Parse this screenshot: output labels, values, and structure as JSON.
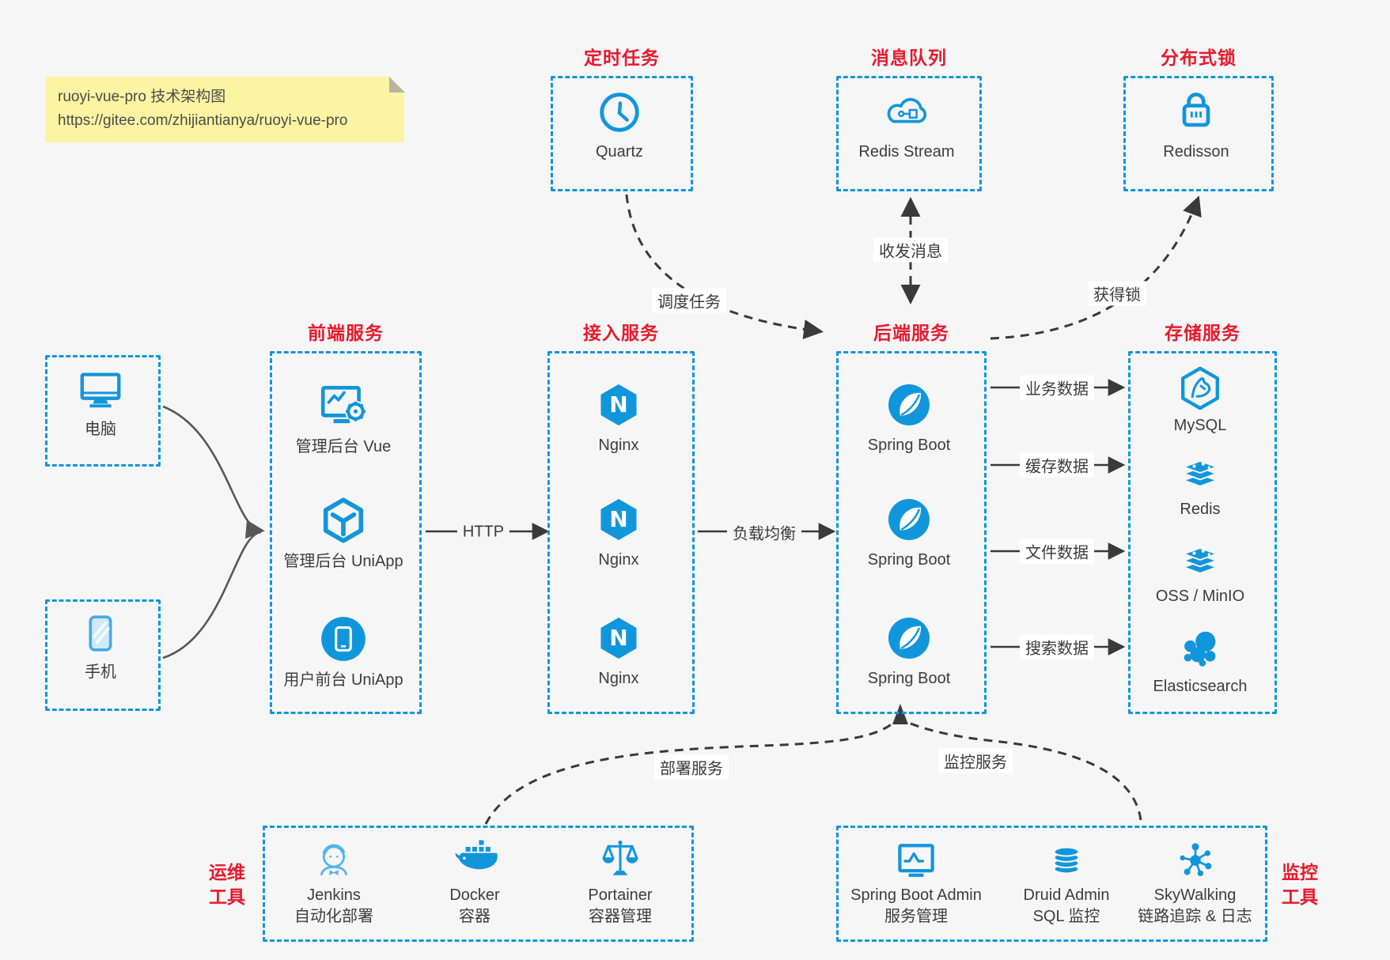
{
  "colors": {
    "accent": "#1296db",
    "title_red": "#e8192d",
    "note_bg": "#fbf4a2",
    "wire_dark": "#3a3a3a",
    "wire_gray": "#575757"
  },
  "note": {
    "title": "ruoyi-vue-pro 技术架构图",
    "url": "https://gitee.com/zhijiantianya/ruoyi-vue-pro"
  },
  "top_services": [
    {
      "title": "定时任务",
      "icon": "clock-icon",
      "label": "Quartz"
    },
    {
      "title": "消息队列",
      "icon": "cloud-message-icon",
      "label": "Redis Stream"
    },
    {
      "title": "分布式锁",
      "icon": "lock-icon",
      "label": "Redisson"
    }
  ],
  "clients": [
    {
      "icon": "desktop-icon",
      "label": "电脑"
    },
    {
      "icon": "mobile-icon",
      "label": "手机"
    }
  ],
  "frontend": {
    "title": "前端服务",
    "items": [
      {
        "icon": "admin-vue-icon",
        "label": "管理后台 Vue"
      },
      {
        "icon": "cube-icon",
        "label": "管理后台 UniApp"
      },
      {
        "icon": "user-app-icon",
        "label": "用户前台 UniApp"
      }
    ]
  },
  "gateway": {
    "title": "接入服务",
    "items": [
      {
        "icon": "nginx-icon",
        "label": "Nginx"
      },
      {
        "icon": "nginx-icon",
        "label": "Nginx"
      },
      {
        "icon": "nginx-icon",
        "label": "Nginx"
      }
    ]
  },
  "backend": {
    "title": "后端服务",
    "items": [
      {
        "icon": "spring-boot-icon",
        "label": "Spring Boot"
      },
      {
        "icon": "spring-boot-icon",
        "label": "Spring Boot"
      },
      {
        "icon": "spring-boot-icon",
        "label": "Spring Boot"
      }
    ]
  },
  "storage": {
    "title": "存储服务",
    "items": [
      {
        "icon": "mysql-icon",
        "label": "MySQL"
      },
      {
        "icon": "redis-icon",
        "label": "Redis"
      },
      {
        "icon": "storage-stack-icon",
        "label": "OSS / MinIO"
      },
      {
        "icon": "elasticsearch-icon",
        "label": "Elasticsearch"
      }
    ]
  },
  "edges": {
    "http": "HTTP",
    "load_balancing": "负载均衡",
    "schedule_task": "调度任务",
    "send_receive_message": "收发消息",
    "acquire_lock": "获得锁",
    "business_data": "业务数据",
    "cache_data": "缓存数据",
    "file_data": "文件数据",
    "search_data": "搜索数据",
    "deploy_service": "部署服务",
    "monitor_service": "监控服务"
  },
  "ops_tools": {
    "label_line1": "运维",
    "label_line2": "工具",
    "items": [
      {
        "icon": "jenkins-icon",
        "label": "Jenkins",
        "sublabel": "自动化部署"
      },
      {
        "icon": "docker-icon",
        "label": "Docker",
        "sublabel": "容器"
      },
      {
        "icon": "portainer-icon",
        "label": "Portainer",
        "sublabel": "容器管理"
      }
    ]
  },
  "monitor_tools": {
    "label_line1": "监控",
    "label_line2": "工具",
    "items": [
      {
        "icon": "sba-icon",
        "label": "Spring Boot Admin",
        "sublabel": "服务管理"
      },
      {
        "icon": "druid-icon",
        "label": "Druid Admin",
        "sublabel": "SQL 监控"
      },
      {
        "icon": "skywalking-icon",
        "label": "SkyWalking",
        "sublabel": "链路追踪 & 日志"
      }
    ]
  }
}
